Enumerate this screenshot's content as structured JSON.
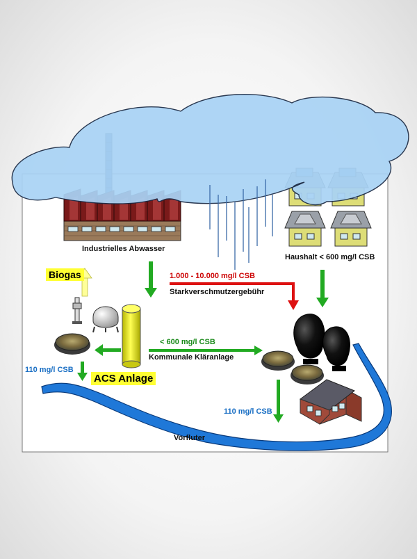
{
  "labels": {
    "industrial": "Industrielles Abwasser",
    "household": "Haushalt < 600 mg/l CSB",
    "biogas": "Biogas",
    "csb_range": "1.000 - 10.000 mg/l CSB",
    "surcharge": "Starkverschmutzergebühr",
    "csb_600": "< 600 mg/l CSB",
    "municipal_plant": "Kommunale Kläranlage",
    "csb_110_left": "110 mg/l CSB",
    "acs_plant": "ACS Anlage",
    "csb_110_right": "110 mg/l CSB",
    "receiving_water": "Vorfluter"
  },
  "colors": {
    "cloud": "#a9d3f5",
    "cloud_stroke": "#1a2a44",
    "river": "#1f78d8",
    "arrow_green": "#22aa22",
    "arrow_red": "#dd1111",
    "arrow_yellow": "#ffff88",
    "factory_roof": "#7a1a1a",
    "factory_brick": "#9a7a5a",
    "house_wall": "#dddd77",
    "house_roof": "#9aa0a8",
    "digester": "#111111",
    "acs_tank": "#e6e628",
    "brick": "#a04a3a"
  }
}
